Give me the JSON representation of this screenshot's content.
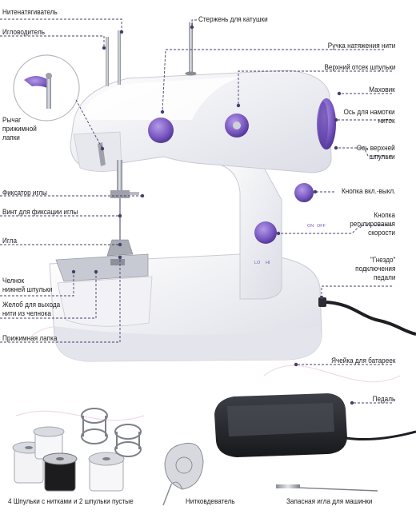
{
  "labels": {
    "thread_tensioner": "Нитенатягиватель",
    "needle_bar": "Игловодитель",
    "presser_lever": "Рычаг\nприжимной\nлапки",
    "spool_pin": "Стержень для катушки",
    "tension_knob": "Ручка натяжения нити",
    "upper_bobbin": "Верхний отсек шпульки",
    "handwheel": "Маховик",
    "winding_axis": "Ось для намотки\nниток",
    "upper_axis": "Ось верхней\nшпульки",
    "needle_clamp": "Фиксатор иглы",
    "needle_screw": "Винт для фиксации иглы",
    "needle": "Игла",
    "power_button": "Кнопка вкл.-выкл.",
    "speed_button": "Кнопка\nрегулирования\nскорости",
    "pedal_socket": "\"Гнездо\"\nподключения\nпедали",
    "shuttle": "Челнок\nнижней шпульки",
    "thread_exit": "Желоб для выхода\nнити из челнока",
    "presser_foot": "Прижимная лапка",
    "battery_cell": "Ячейка для батареек",
    "pedal": "Педаль",
    "bobbins": "4 Шпульки с нитками и 2  шпульки пустые",
    "threader": "Нитковдеватель",
    "spare_needle": "Запасная игла для машинки"
  },
  "machine_text": {
    "switch_on": "ON",
    "switch_off": "OFF",
    "speed_low": "LO",
    "speed_high": "HI"
  },
  "colors": {
    "accent": "#7b5bc2",
    "pointer": "#4a3d6e",
    "body": "#f7f7fa",
    "pedal": "#2b2d31"
  }
}
